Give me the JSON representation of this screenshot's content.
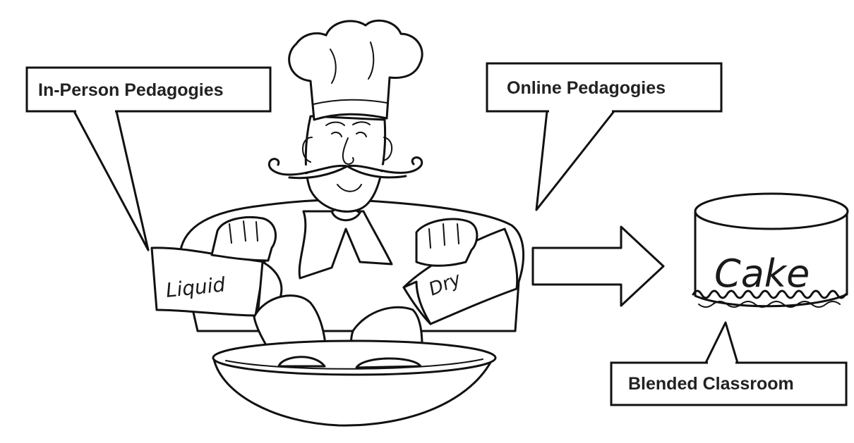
{
  "callouts": {
    "in_person": "In-Person Pedagogies",
    "online": "Online Pedagogies",
    "blended": "Blended Classroom"
  },
  "ingredients": {
    "liquid_label": "Liquid",
    "dry_label": "Dry"
  },
  "result": {
    "cake_label": "Cake"
  }
}
